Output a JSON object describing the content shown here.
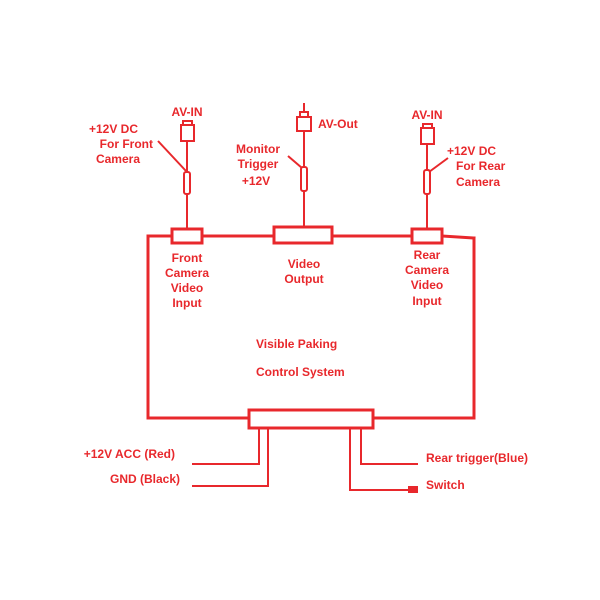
{
  "colors": {
    "ink": "#e8282c",
    "background": "#ffffff"
  },
  "title": {
    "line1": "Visible Paking",
    "line2": "Control System"
  },
  "top_connectors": {
    "front": {
      "plug_label": "AV-IN",
      "power_label": [
        "+12V DC",
        "For Front",
        "Camera"
      ],
      "port_label": [
        "Front",
        "Camera",
        "Video",
        "Input"
      ]
    },
    "middle": {
      "plug_label": "AV-Out",
      "power_label": [
        "Monitor",
        "Trigger",
        "+12V"
      ],
      "port_label": [
        "Video",
        "Output"
      ]
    },
    "rear": {
      "plug_label": "AV-IN",
      "power_label": [
        "+12V DC",
        "For Rear",
        "Camera"
      ],
      "port_label": [
        "Rear",
        "Camera",
        "Video",
        "Input"
      ]
    }
  },
  "bottom_wires": {
    "acc": "+12V ACC (Red)",
    "gnd": "GND  (Black)",
    "rear_trigger": "Rear trigger(Blue)",
    "switch": "Switch"
  }
}
